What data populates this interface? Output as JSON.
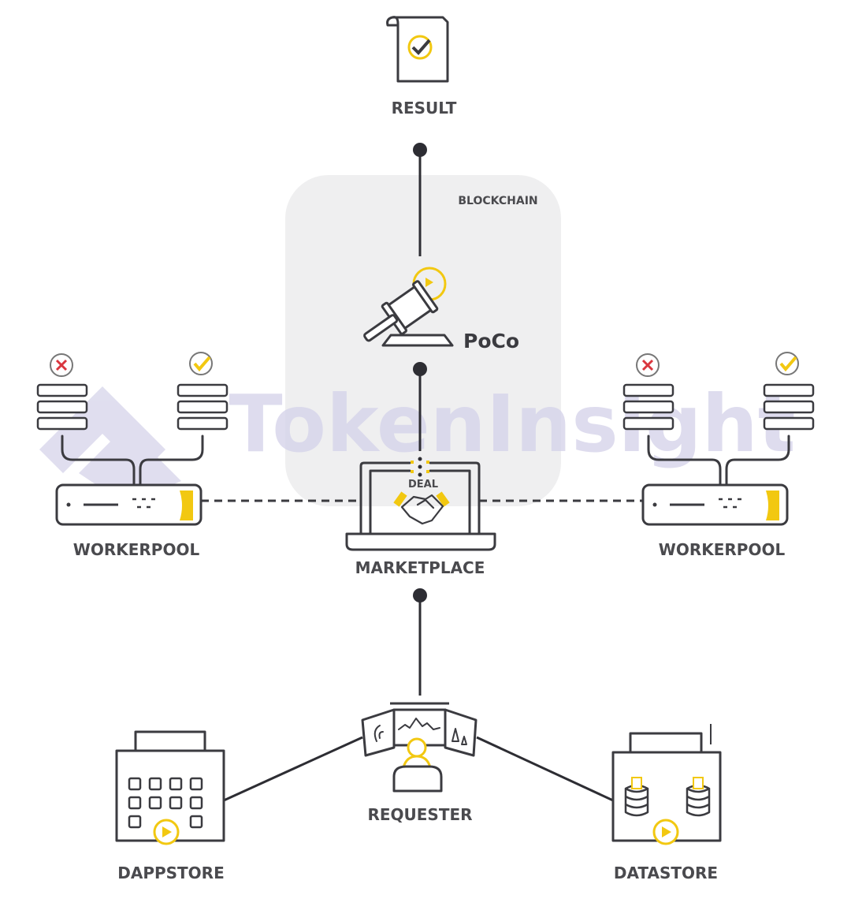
{
  "nodes": {
    "result": "RESULT",
    "blockchain": "BLOCKCHAIN",
    "poco": "PoCo",
    "deal": "DEAL",
    "marketplace": "MARKETPLACE",
    "workerpool_left": "WORKERPOOL",
    "workerpool_right": "WORKERPOOL",
    "requester": "REQUESTER",
    "dappstore": "DAPPSTORE",
    "datastore": "DATASTORE"
  },
  "watermark": "TokenInsight",
  "colors": {
    "accent": "#f2c811",
    "stroke": "#3b3b40",
    "blockchain_bg": "#efeff0",
    "error": "#d9363e",
    "watermark": "#d6d4ea"
  }
}
